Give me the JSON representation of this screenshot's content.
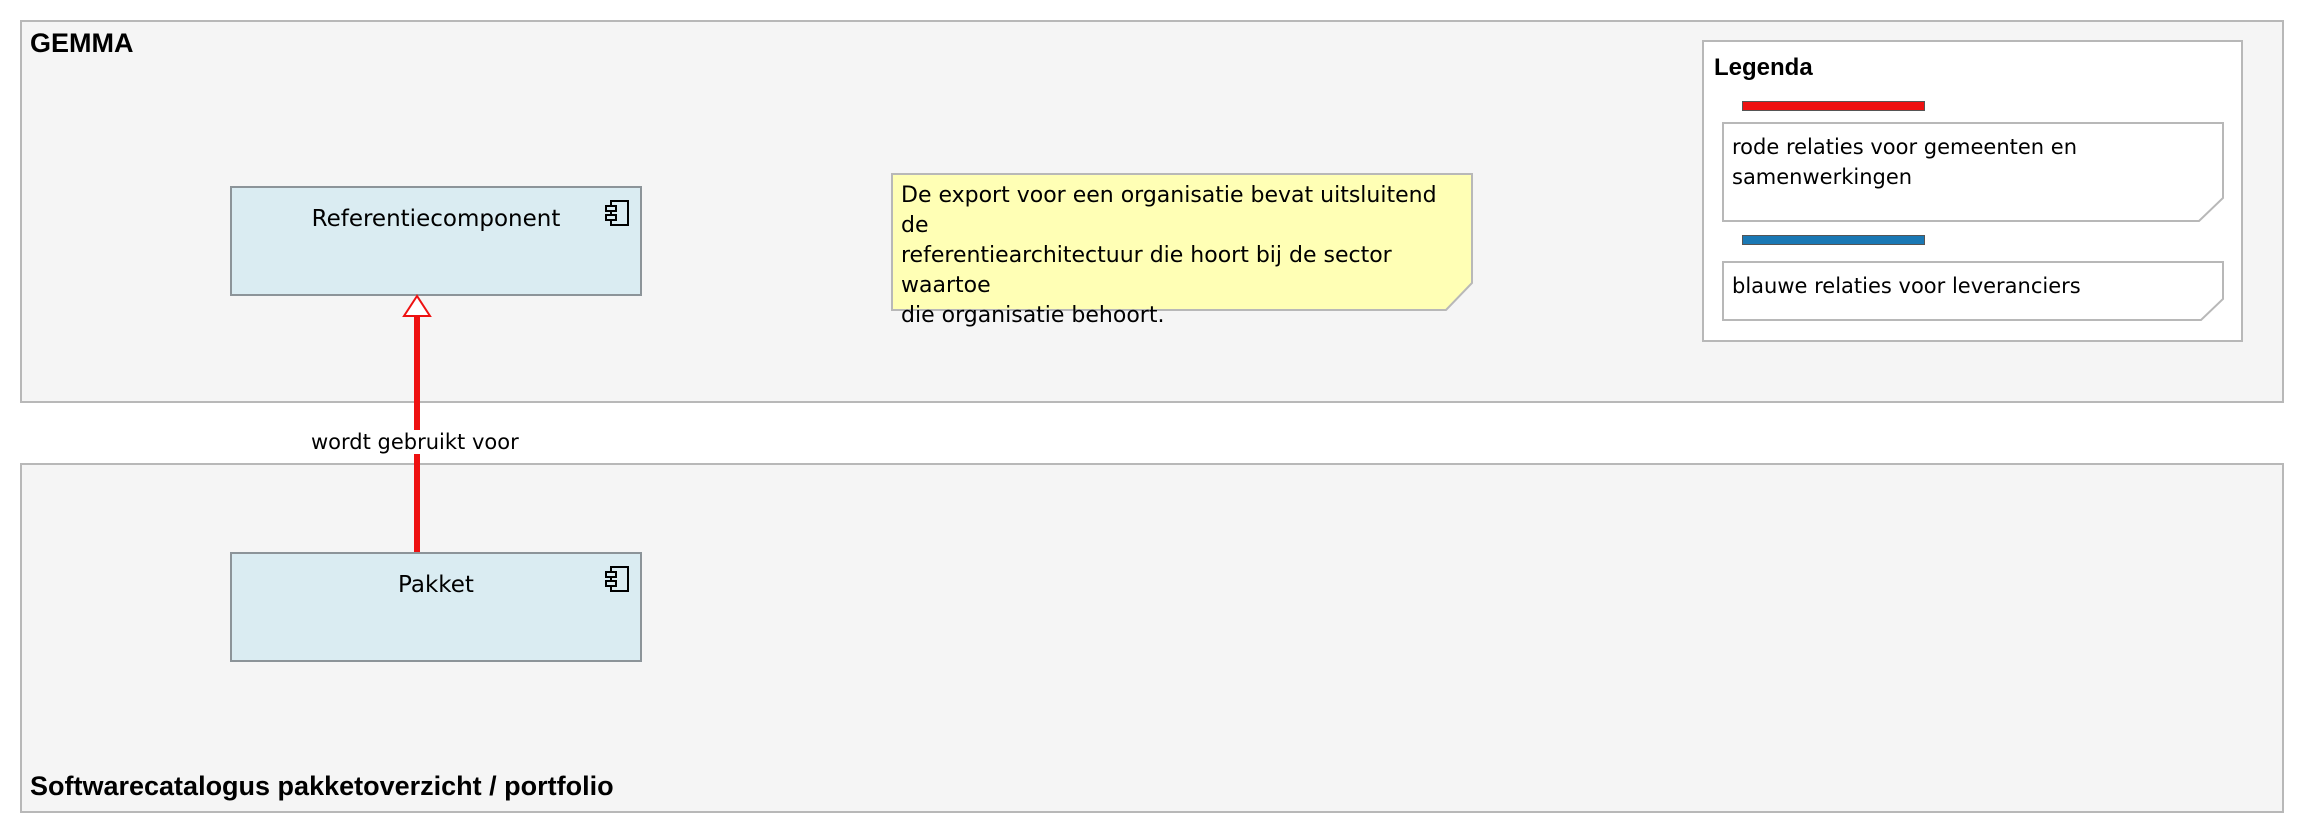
{
  "groups": {
    "gemma": {
      "title": "GEMMA"
    },
    "softwarecatalogus": {
      "title": "Softwarecatalogus pakketoverzicht / portfolio"
    }
  },
  "components": {
    "referentiecomponent": {
      "label": "Referentiecomponent",
      "icon": "application-component-icon"
    },
    "pakket": {
      "label": "Pakket",
      "icon": "application-component-icon"
    }
  },
  "relation": {
    "label": "wordt gebruikt voor",
    "color": "#ee1111",
    "arrow": "open-triangle"
  },
  "note": {
    "lines": [
      "De export voor een organisatie bevat uitsluitend de",
      "referentiearchitectuur die hoort bij de sector waartoe",
      "die organisatie behoort."
    ]
  },
  "legend": {
    "title": "Legenda",
    "items": [
      {
        "color": "#ee1111",
        "lines": [
          "rode relaties voor gemeenten en",
          "samenwerkingen"
        ]
      },
      {
        "color": "#1a78b4",
        "lines": [
          "blauwe relaties voor leveranciers"
        ]
      }
    ]
  }
}
